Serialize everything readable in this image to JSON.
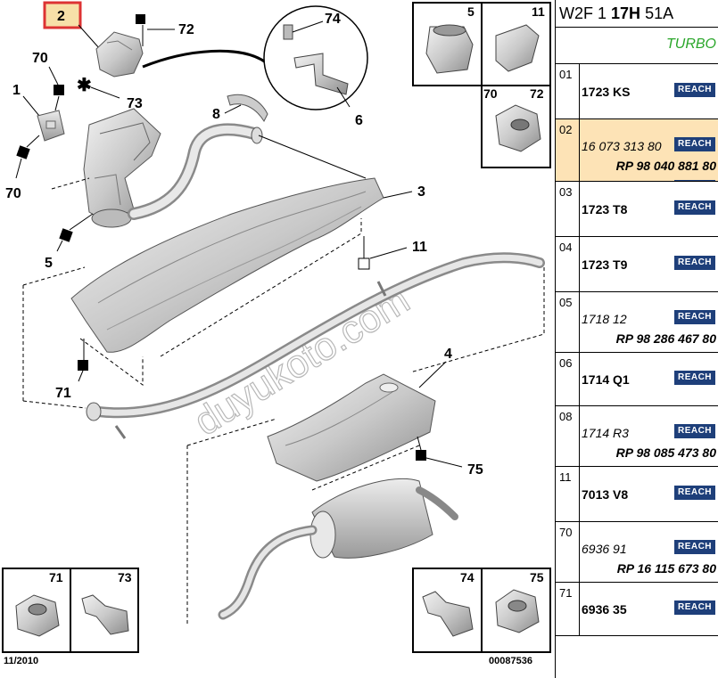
{
  "header": {
    "prefix": "W2F 1",
    "bold": "17H",
    "suffix": "51A",
    "engine": "TURBO"
  },
  "callouts": {
    "n2": "2",
    "n72": "72",
    "n70a": "70",
    "n70b": "70",
    "n1": "1",
    "n73": "73",
    "n74": "74",
    "n6": "6",
    "n8": "8",
    "n3": "3",
    "n5": "5",
    "n11": "11",
    "n71": "71",
    "n4": "4",
    "n75": "75"
  },
  "insets": {
    "top": [
      "5",
      "11",
      "70",
      "72"
    ],
    "bottom_left": [
      "71",
      "73"
    ],
    "bottom_right": [
      "74",
      "75"
    ]
  },
  "footer": {
    "date": "11/2010",
    "ref": "00087536"
  },
  "watermark": "duyukoto.com",
  "rows": [
    {
      "code": "01",
      "lines": [
        {
          "text": "1723 KS",
          "style": "bold",
          "reach": "REACH"
        }
      ]
    },
    {
      "code": "02",
      "highlight": true,
      "lines": [
        {
          "text": "16 073 313 80",
          "style": "ital",
          "reach": "REACH"
        },
        {
          "text": "RP 98 040 881 80",
          "style": "rp"
        },
        {
          "text": "98 040 881 80",
          "style": "bold",
          "reach": "REACH"
        }
      ]
    },
    {
      "code": "03",
      "lines": [
        {
          "text": "1723 T8",
          "style": "bold",
          "reach": "REACH"
        }
      ]
    },
    {
      "code": "04",
      "lines": [
        {
          "text": "1723 T9",
          "style": "bold",
          "reach": "REACH"
        }
      ]
    },
    {
      "code": "05",
      "lines": [
        {
          "text": "1718 12",
          "style": "ital",
          "reach": "REACH"
        },
        {
          "text": "RP 98 286 467 80",
          "style": "rp"
        }
      ]
    },
    {
      "code": "06",
      "lines": [
        {
          "text": "1714 Q1",
          "style": "bold",
          "reach": "REACH"
        }
      ]
    },
    {
      "code": "08",
      "lines": [
        {
          "text": "1714 R3",
          "style": "ital",
          "reach": "REACH"
        },
        {
          "text": "RP 98 085 473 80",
          "style": "rp"
        }
      ]
    },
    {
      "code": "11",
      "lines": [
        {
          "text": "7013 V8",
          "style": "bold",
          "reach": "REACH"
        }
      ]
    },
    {
      "code": "70",
      "lines": [
        {
          "text": "6936 91",
          "style": "ital",
          "reach": "REACH"
        },
        {
          "text": "RP 16 115 673 80",
          "style": "rp"
        }
      ]
    },
    {
      "code": "71",
      "lines": [
        {
          "text": "6936 35",
          "style": "bold",
          "reach": "REACH"
        }
      ]
    }
  ]
}
